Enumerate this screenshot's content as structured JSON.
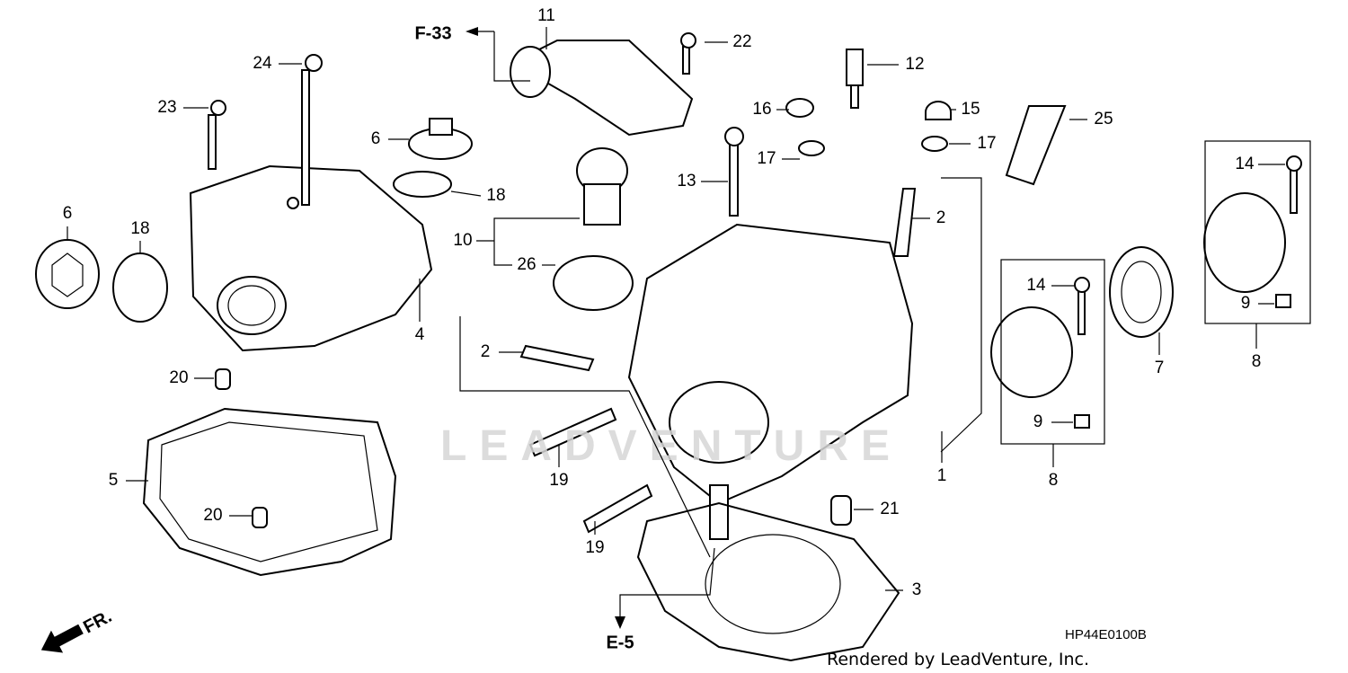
{
  "diagram": {
    "callouts": [
      "11",
      "22",
      "24",
      "12",
      "23",
      "16",
      "15",
      "25",
      "6",
      "17",
      "17",
      "14",
      "13",
      "18",
      "2",
      "6",
      "18",
      "10",
      "26",
      "14",
      "4",
      "9",
      "2",
      "7",
      "8",
      "20",
      "9",
      "1",
      "8",
      "19",
      "5",
      "21",
      "20",
      "19",
      "3"
    ],
    "references": {
      "f33": "F-33",
      "e5": "E-5"
    },
    "front_indicator": "FR.",
    "watermark": "LEADVENTURE",
    "diagram_code": "HP44E0100B",
    "credit": "Rendered by LeadVenture, Inc."
  }
}
